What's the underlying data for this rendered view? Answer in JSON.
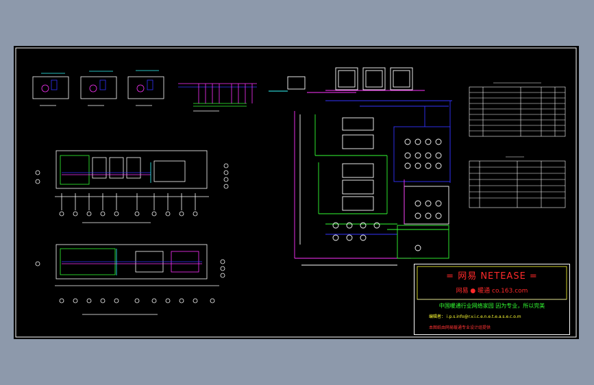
{
  "title_block": {
    "title": "= 网易 NETEASE =",
    "subtitle": "网易 ● 暖通   co.163.com",
    "slogan": "中国暖通行业网络家园  因为专业，所以完美",
    "contact": "编辑者： i.p.s.info@r.v.i.c.e.n.e.t.e.a.s.e.c.o.m",
    "note": "本图纸由网易暖通专业设计组提供"
  },
  "colors": {
    "background": "#8d99ab",
    "sheet": "#000000",
    "frame": "#ffffff",
    "pipe_supply": "#3333ff",
    "pipe_return": "#ff33ff",
    "pipe_green": "#33ff33",
    "pipe_cyan": "#33ffff",
    "title_red": "#ff2a2a",
    "title_yellow": "#ffff33"
  }
}
